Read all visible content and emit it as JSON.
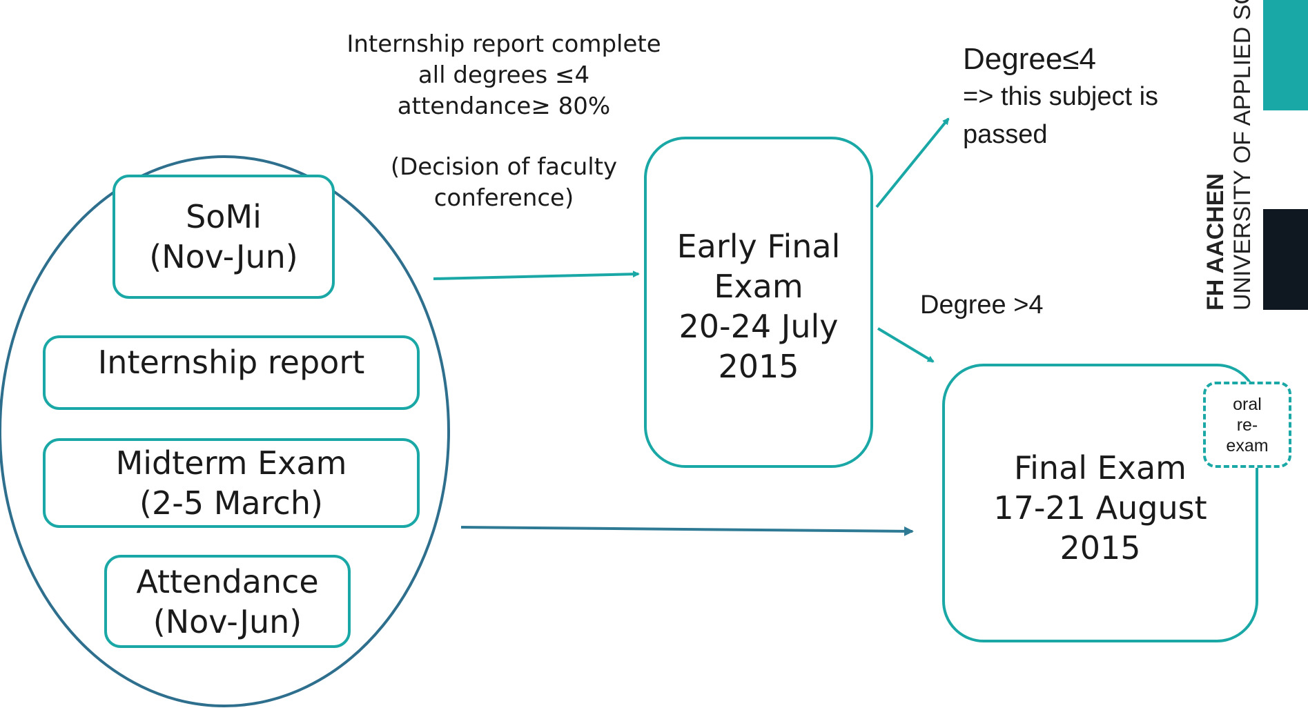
{
  "colors": {
    "teal": "#1aa8a6",
    "arrow": "#2e7a94",
    "ellipse": "#2e6f8e",
    "logo_dark": "#0f1720"
  },
  "left_group": {
    "somi": "SoMi\n(Nov-Jun)",
    "internship": "Internship report",
    "midterm": "Midterm Exam\n(2-5 March)",
    "attendance": "Attendance\n(Nov-Jun)"
  },
  "criteria_note": {
    "requirements": "Internship report complete\nall degrees ≤4\nattendance≥ 80%",
    "decision": "(Decision of faculty\nconference)"
  },
  "early_exam": {
    "label": "Early Final\nExam\n20-24 July\n2015"
  },
  "pass_condition": {
    "degree": "Degree≤4",
    "line2": "=> this subject is",
    "line3": "passed"
  },
  "fail_condition": {
    "label": "Degree  >4"
  },
  "final_exam": {
    "label": "Final Exam\n17-21 August\n2015"
  },
  "oral_reexam": {
    "label": "oral\nre-\nexam"
  },
  "logo": {
    "name": "FH AACHEN",
    "subtitle": "UNIVERSITY OF APPLIED SCIENCES"
  }
}
